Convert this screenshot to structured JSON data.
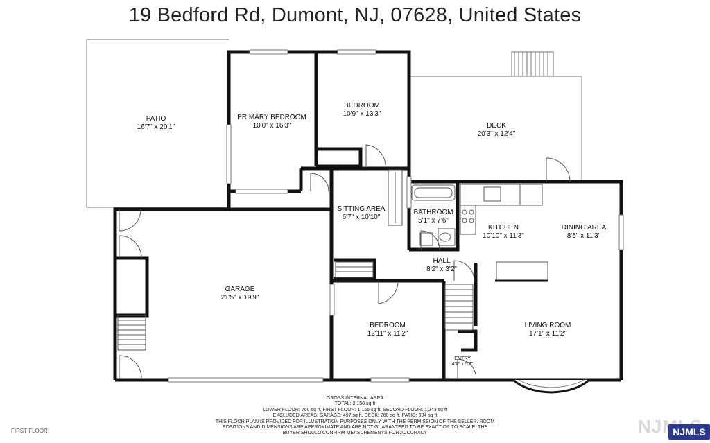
{
  "title": "19 Bedford Rd, Dumont, NJ, 07628, United States",
  "rooms": {
    "patio": {
      "name": "PATIO",
      "dims": "16'7\" x 20'1\""
    },
    "primary_bedroom": {
      "name": "PRIMARY BEDROOM",
      "dims": "10'0\" x 16'3\""
    },
    "bedroom_1": {
      "name": "BEDROOM",
      "dims": "10'9\" x 13'3\""
    },
    "deck": {
      "name": "DECK",
      "dims": "20'3\" x 12'4\""
    },
    "sitting_area": {
      "name": "SITTING AREA",
      "dims": "6'7\" x 10'10\""
    },
    "bathroom": {
      "name": "BATHROOM",
      "dims": "5'1\" x 7'6\""
    },
    "kitchen": {
      "name": "KITCHEN",
      "dims": "10'10\" x 11'3\""
    },
    "dining_area": {
      "name": "DINING AREA",
      "dims": "8'5\" x 11'3\""
    },
    "garage": {
      "name": "GARAGE",
      "dims": "21'5\" x 19'9\""
    },
    "hall": {
      "name": "HALL",
      "dims": "8'2\" x 3'2\""
    },
    "bedroom_2": {
      "name": "BEDROOM",
      "dims": "12'11\" x 11'2\""
    },
    "living_room": {
      "name": "LIVING ROOM",
      "dims": "17'1\" x 11'2\""
    },
    "entry": {
      "name": "ENTRY",
      "dims": "4'1\" x 5'3\""
    }
  },
  "notes": [
    "GROSS INTERNAL AREA",
    "TOTAL: 3,158 sq ft",
    "LOWER FLOOR: 760 sq ft, FIRST FLOOR: 1,155 sq ft, SECOND FLOOR: 1,243 sq ft",
    "EXCLUDED AREAS: GARAGE: 497 sq ft, DECK: 260 sq ft, PATIO: 334 sq ft",
    "THIS FLOOR PLAN IS PROVIDED FOR ILLUSTRATION PURPOSES ONLY WITH THE PERMISSION OF THE SELLER. ROOM",
    "POSITIONS AND DIMENSIONS ARE APPROXIMATE AND ARE NOT GUARANTEED TO BE EXACT OR TO SCALE. THE",
    "BUYER SHOULD CONFIRM MEASUREMENTS FOR ACCURACY"
  ],
  "floor_label": "FIRST FLOOR",
  "logo": {
    "ghost_text": "NJMLS",
    "text": "NJMLS",
    "color": "#2a3b8f"
  }
}
